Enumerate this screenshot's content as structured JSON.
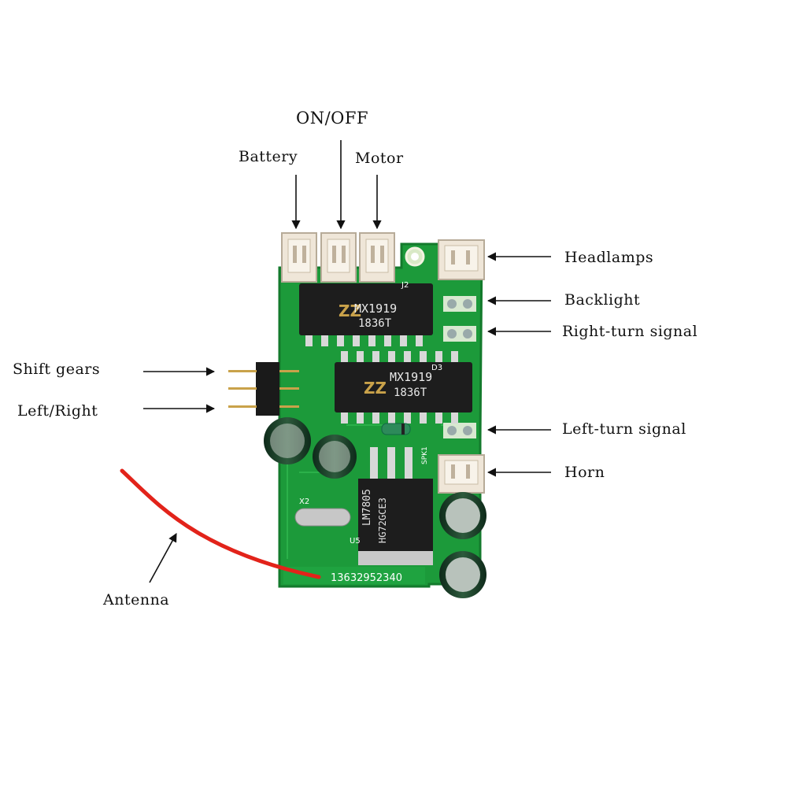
{
  "labels": {
    "on_off": "ON/OFF",
    "battery": "Battery",
    "motor": "Motor",
    "headlamps": "Headlamps",
    "backlight": "Backlight",
    "right_turn": "Right-turn signal",
    "shift_gears": "Shift gears",
    "left_right": "Left/Right",
    "left_turn": "Left-turn signal",
    "horn": "Horn",
    "antenna": "Antenna"
  },
  "board": {
    "chip1_line1": "MX1919",
    "chip1_line2": "1836T",
    "chip2_line1": "MX1919",
    "chip2_line2": "1836T",
    "regulator_line1": "LM7805",
    "regulator_line2": "HG72GCE3",
    "serial": "13632952340",
    "ref_u5": "U5",
    "ref_j2": "J2",
    "ref_d3": "D3",
    "ref_spk": "SPK1",
    "ref_x2": "X2"
  },
  "colors": {
    "pcb": "#1c9a3a",
    "pcb_dark": "#137a2c",
    "chip": "#1d1d1d",
    "connector": "#efe6d8",
    "wire": "#e2231a"
  }
}
